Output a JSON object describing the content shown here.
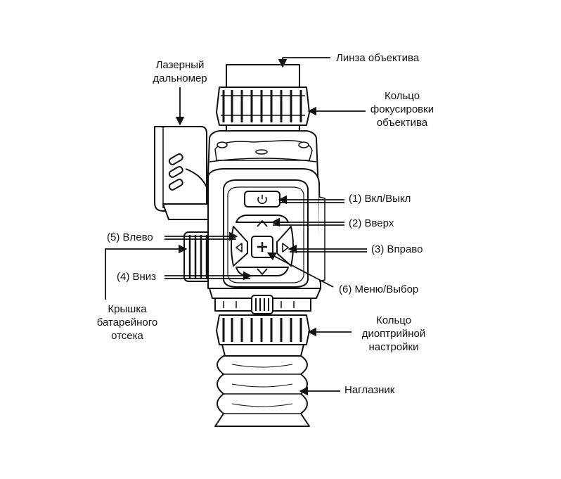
{
  "labels": {
    "lens": "Линза объектива",
    "focus_ring": [
      "Кольцо",
      "фокусировки",
      "объектива"
    ],
    "rangefinder": [
      "Лазерный",
      "дальномер"
    ],
    "power": "(1) Вкл/Выкл",
    "up": "(2) Вверх",
    "right": "(3) Вправо",
    "left": "(5) Влево",
    "down": "(4) Вниз",
    "menu": "(6) Меню/Выбор",
    "battery_cover": [
      "Крышка",
      "батарейного",
      "отсека"
    ],
    "diopter_ring": [
      "Кольцо",
      "диоптрийной",
      "настройки"
    ],
    "eyecup": "Наглазник"
  },
  "colors": {
    "stroke": "#111111",
    "fill": "#ffffff",
    "shade": "#e6e6e6"
  },
  "icons": [
    "power-icon",
    "up-arrow-icon",
    "down-arrow-icon",
    "left-arrow-icon",
    "right-arrow-icon",
    "plus-icon"
  ]
}
